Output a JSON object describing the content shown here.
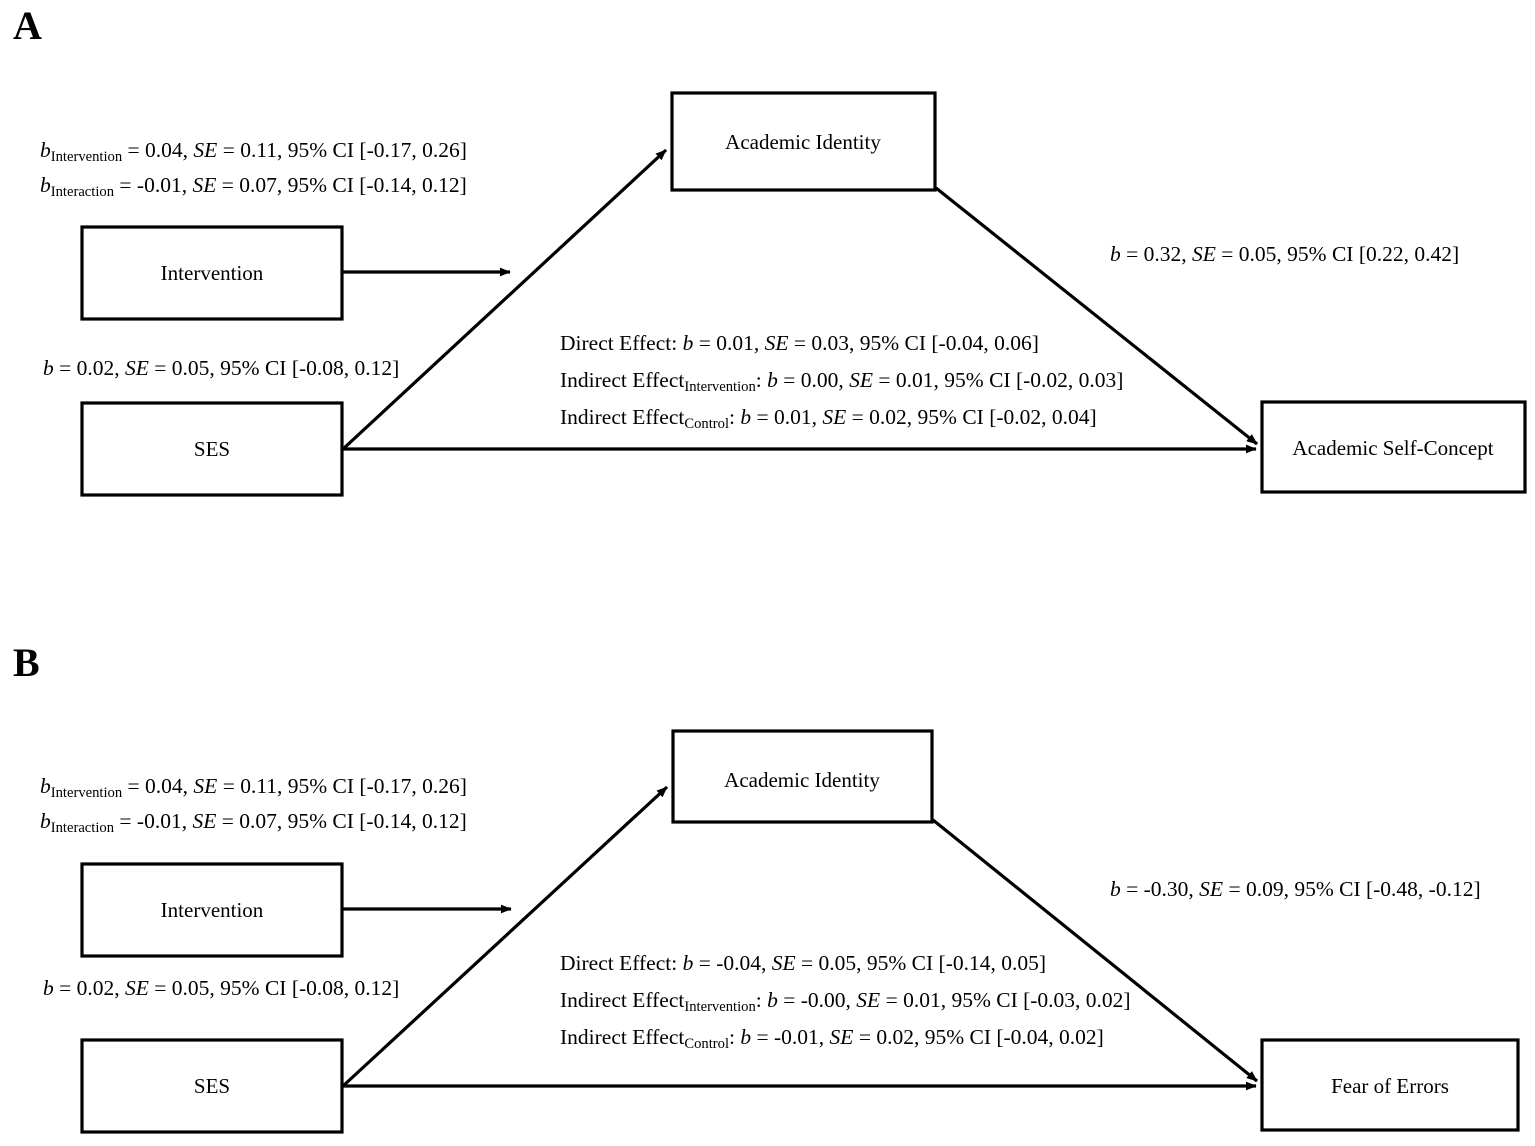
{
  "figure": {
    "type": "path-diagram",
    "panels": [
      {
        "letter": "A",
        "nodes": {
          "mediator": "Academic Identity",
          "predictor": "Intervention",
          "covariate": "SES",
          "outcome": "Academic Self-Concept"
        },
        "paths": {
          "a_path_intervention_prefix": "b",
          "a_path_intervention_sub": "Intervention",
          "a_path_intervention_value": " = 0.04, ",
          "a_path_intervention_se_label": "SE",
          "a_path_intervention_se": " = 0.11, 95% CI [-0.17, 0.26]",
          "a_path_interaction_prefix": "b",
          "a_path_interaction_sub": "Interaction",
          "a_path_interaction_value": " = -0.01, ",
          "a_path_interaction_se_label": "SE",
          "a_path_interaction_se": " = 0.07, 95% CI [-0.14, 0.12]",
          "ses_to_mediator_prefix": "b",
          "ses_to_mediator_value": " = 0.02, ",
          "ses_to_mediator_se_label": "SE",
          "ses_to_mediator_se": " = 0.05, 95% CI [-0.08, 0.12]",
          "b_path_prefix": "b",
          "b_path_value": " = 0.32, ",
          "b_path_se_label": "SE",
          "b_path_se": " = 0.05, 95% CI [0.22, 0.42]"
        },
        "effects": {
          "direct_label": "Direct Effect: ",
          "direct_b": "b",
          "direct_value": " = 0.01, ",
          "direct_se_label": "SE",
          "direct_se": " = 0.03, 95% CI [-0.04, 0.06]",
          "indirect_intervention_label": "Indirect Effect",
          "indirect_intervention_sub": "Intervention",
          "indirect_intervention_colon": ": ",
          "indirect_intervention_b": "b",
          "indirect_intervention_value": " = 0.00, ",
          "indirect_intervention_se_label": "SE",
          "indirect_intervention_se": " = 0.01, 95% CI [-0.02, 0.03]",
          "indirect_control_label": "Indirect Effect",
          "indirect_control_sub": "Control",
          "indirect_control_colon": ": ",
          "indirect_control_b": "b",
          "indirect_control_value": " = 0.01, ",
          "indirect_control_se_label": "SE",
          "indirect_control_se": " = 0.02, 95% CI [-0.02, 0.04]"
        }
      },
      {
        "letter": "B",
        "nodes": {
          "mediator": "Academic Identity",
          "predictor": "Intervention",
          "covariate": "SES",
          "outcome": "Fear of Errors"
        },
        "paths": {
          "a_path_intervention_prefix": "b",
          "a_path_intervention_sub": "Intervention",
          "a_path_intervention_value": " = 0.04, ",
          "a_path_intervention_se_label": "SE",
          "a_path_intervention_se": " = 0.11, 95% CI [-0.17, 0.26]",
          "a_path_interaction_prefix": "b",
          "a_path_interaction_sub": "Interaction",
          "a_path_interaction_value": " = -0.01, ",
          "a_path_interaction_se_label": "SE",
          "a_path_interaction_se": " = 0.07, 95% CI [-0.14, 0.12]",
          "ses_to_mediator_prefix": "b",
          "ses_to_mediator_value": " = 0.02, ",
          "ses_to_mediator_se_label": "SE",
          "ses_to_mediator_se": " = 0.05, 95% CI [-0.08, 0.12]",
          "b_path_prefix": "b",
          "b_path_value": " = -0.30, ",
          "b_path_se_label": "SE",
          "b_path_se": " = 0.09, 95% CI [-0.48, -0.12]"
        },
        "effects": {
          "direct_label": "Direct Effect: ",
          "direct_b": "b",
          "direct_value": " = -0.04, ",
          "direct_se_label": "SE",
          "direct_se": " = 0.05, 95% CI [-0.14, 0.05]",
          "indirect_intervention_label": "Indirect Effect",
          "indirect_intervention_sub": "Intervention",
          "indirect_intervention_colon": ": ",
          "indirect_intervention_b": "b",
          "indirect_intervention_value": " = -0.00, ",
          "indirect_intervention_se_label": "SE",
          "indirect_intervention_se": " = 0.01, 95% CI [-0.03, 0.02]",
          "indirect_control_label": "Indirect Effect",
          "indirect_control_sub": "Control",
          "indirect_control_colon": ": ",
          "indirect_control_b": "b",
          "indirect_control_value": " = -0.01, ",
          "indirect_control_se_label": "SE",
          "indirect_control_se": " = 0.02, 95% CI [-0.04, 0.02]"
        }
      }
    ],
    "colors": {
      "stroke": "#000000",
      "background": "#ffffff",
      "text": "#000000"
    }
  }
}
